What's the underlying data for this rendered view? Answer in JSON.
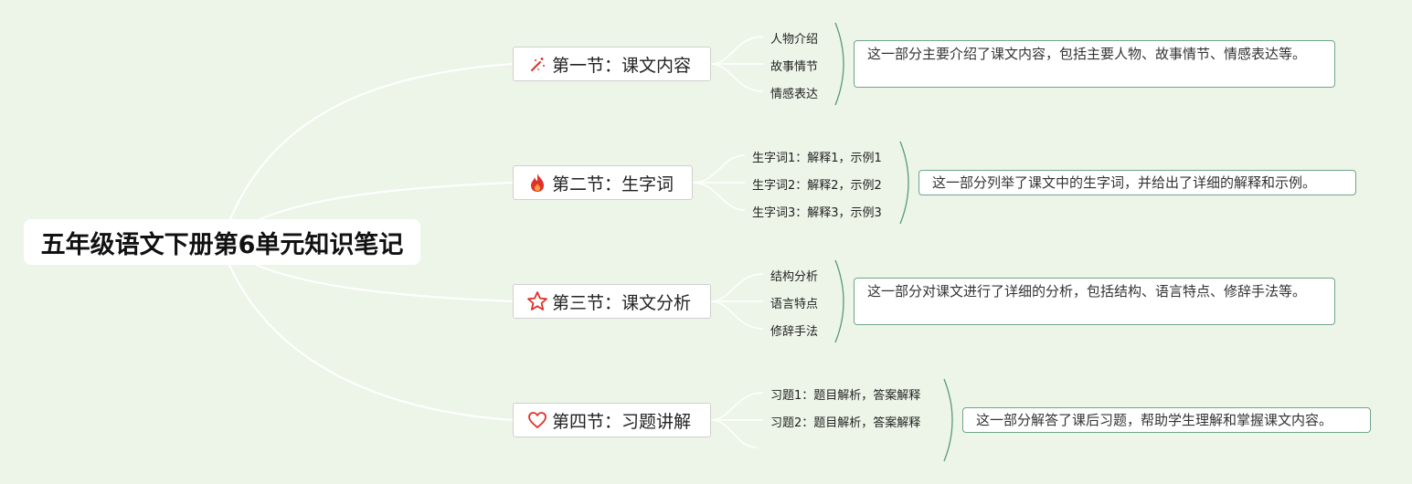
{
  "root": {
    "title": "五年级语文下册第6单元知识笔记"
  },
  "sections": [
    {
      "title": "第一节：课文内容",
      "icon": "magic-wand-icon",
      "items": [
        "人物介绍",
        "故事情节",
        "情感表达"
      ],
      "note": "这一部分主要介绍了课文内容，包括主要人物、故事情节、情感表达等。"
    },
    {
      "title": "第二节：生字词",
      "icon": "fire-icon",
      "items": [
        "生字词1：解释1，示例1",
        "生字词2：解释2，示例2",
        "生字词3：解释3，示例3"
      ],
      "note": "这一部分列举了课文中的生字词，并给出了详细的解释和示例。"
    },
    {
      "title": "第三节：课文分析",
      "icon": "star-icon",
      "items": [
        "结构分析",
        "语言特点",
        "修辞手法"
      ],
      "note": "这一部分对课文进行了详细的分析，包括结构、语言特点、修辞手法等。"
    },
    {
      "title": "第四节：习题讲解",
      "icon": "heart-icon",
      "items": [
        "习题1：题目解析，答案解释",
        "习题2：题目解析，答案解释"
      ],
      "note": "这一部分解答了课后习题，帮助学生理解和掌握课文内容。"
    }
  ],
  "colors": {
    "background": "#edf5e8",
    "branch_line": "#ffffff",
    "bracket": "#5a9a73",
    "note_border": "#6fa58a",
    "icon_red": "#e0312b"
  }
}
